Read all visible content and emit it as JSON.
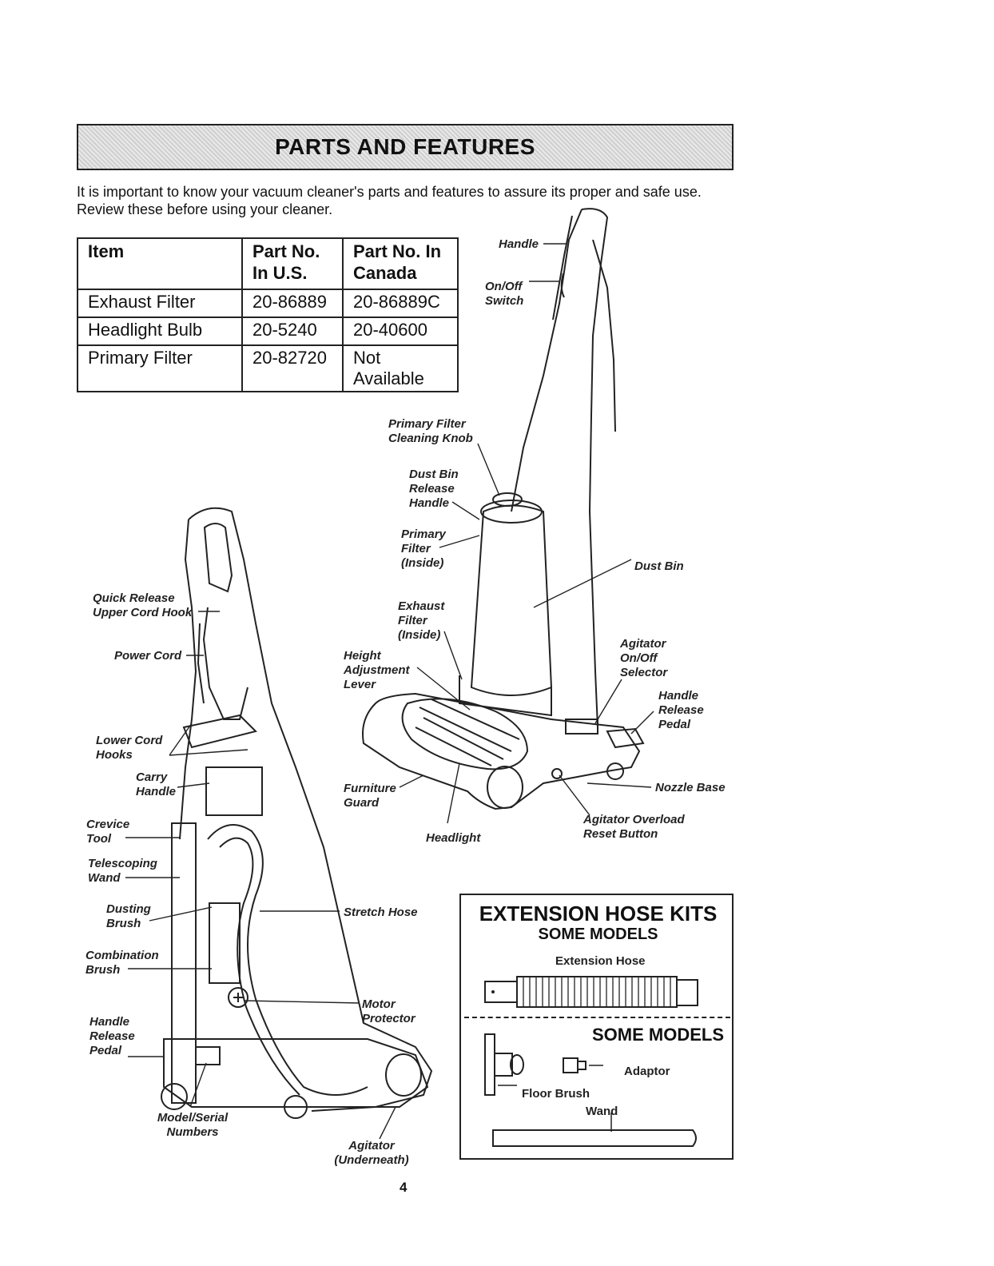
{
  "title": "PARTS AND FEATURES",
  "intro": "It is important to know your vacuum cleaner's parts and features to assure its proper and safe use. Review these before using your cleaner.",
  "parts_table": {
    "headers": [
      "Item",
      "Part No. In U.S.",
      "Part No. In Canada"
    ],
    "rows": [
      [
        "Exhaust Filter",
        "20-86889",
        "20-86889C"
      ],
      [
        "Headlight Bulb",
        "20-5240",
        "20-40600"
      ],
      [
        "Primary Filter",
        "20-82720",
        "Not Available"
      ]
    ]
  },
  "labels": {
    "handle": "Handle",
    "on_off_switch": "On/Off Switch",
    "primary_filter_cleaning_knob": "Primary Filter Cleaning Knob",
    "dust_bin_release_handle": "Dust Bin Release Handle",
    "primary_filter_inside": "Primary Filter (Inside)",
    "dust_bin": "Dust Bin",
    "exhaust_filter_inside": "Exhaust Filter (Inside)",
    "height_adjustment_lever": "Height Adjustment Lever",
    "agitator_on_off_selector": "Agitator On/Off Selector",
    "handle_release_pedal_right": "Handle Release Pedal",
    "nozzle_base": "Nozzle Base",
    "furniture_guard": "Furniture Guard",
    "headlight": "Headlight",
    "agitator_overload_reset_button": "Agitator Overload Reset Button",
    "quick_release_upper_cord_hook": "Quick Release Upper Cord Hook",
    "power_cord": "Power Cord",
    "lower_cord_hooks": "Lower Cord Hooks",
    "carry_handle": "Carry Handle",
    "crevice_tool": "Crevice Tool",
    "telescoping_wand": "Telescoping Wand",
    "dusting_brush": "Dusting Brush",
    "stretch_hose": "Stretch Hose",
    "combination_brush": "Combination Brush",
    "motor_protector": "Motor Protector",
    "handle_release_pedal_left": "Handle Release Pedal",
    "model_serial_numbers": "Model/Serial Numbers",
    "agitator_underneath": "Agitator (Underneath)"
  },
  "extension_kits": {
    "title": "EXTENSION HOSE KITS",
    "subtitle": "SOME MODELS",
    "extension_hose": "Extension Hose",
    "subtitle2": "SOME MODELS",
    "adaptor": "Adaptor",
    "floor_brush": "Floor Brush",
    "wand": "Wand"
  },
  "page_number": "4"
}
